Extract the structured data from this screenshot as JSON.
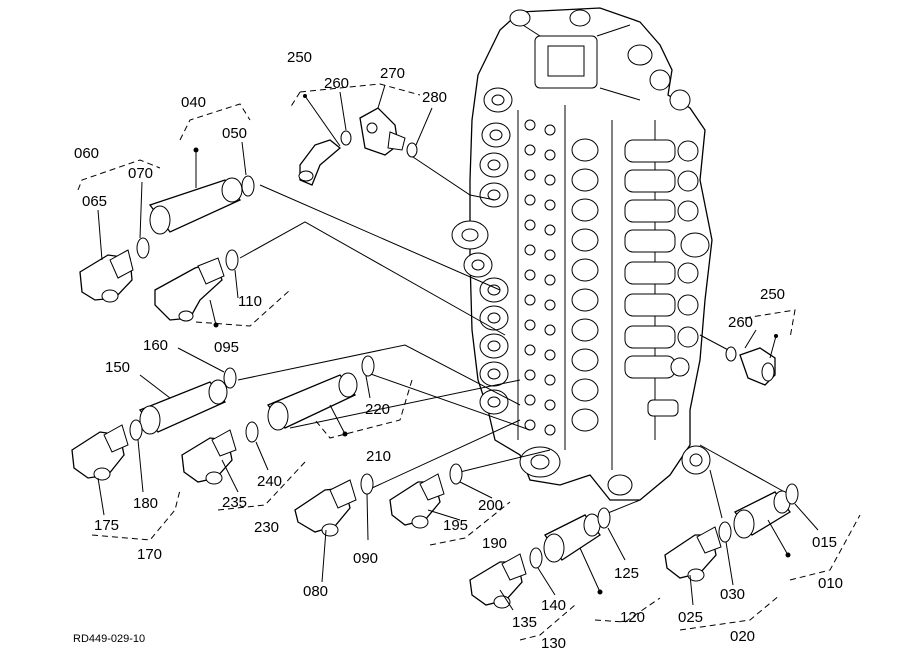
{
  "drawing_id": "RD449-029-10",
  "labels": {
    "l250a": "250",
    "l260a": "260",
    "l270": "270",
    "l280": "280",
    "l040": "040",
    "l050": "050",
    "l060": "060",
    "l070": "070",
    "l065": "065",
    "l110": "110",
    "l095": "095",
    "l160": "160",
    "l150": "150",
    "l220": "220",
    "l210": "210",
    "l175": "175",
    "l180": "180",
    "l170": "170",
    "l235": "235",
    "l240": "240",
    "l230": "230",
    "l080": "080",
    "l090": "090",
    "l195": "195",
    "l200": "200",
    "l190": "190",
    "l125": "125",
    "l120": "120",
    "l135": "135",
    "l140": "140",
    "l130": "130",
    "l025": "025",
    "l030": "030",
    "l020": "020",
    "l015": "015",
    "l010": "010",
    "l250b": "250",
    "l260b": "260"
  }
}
